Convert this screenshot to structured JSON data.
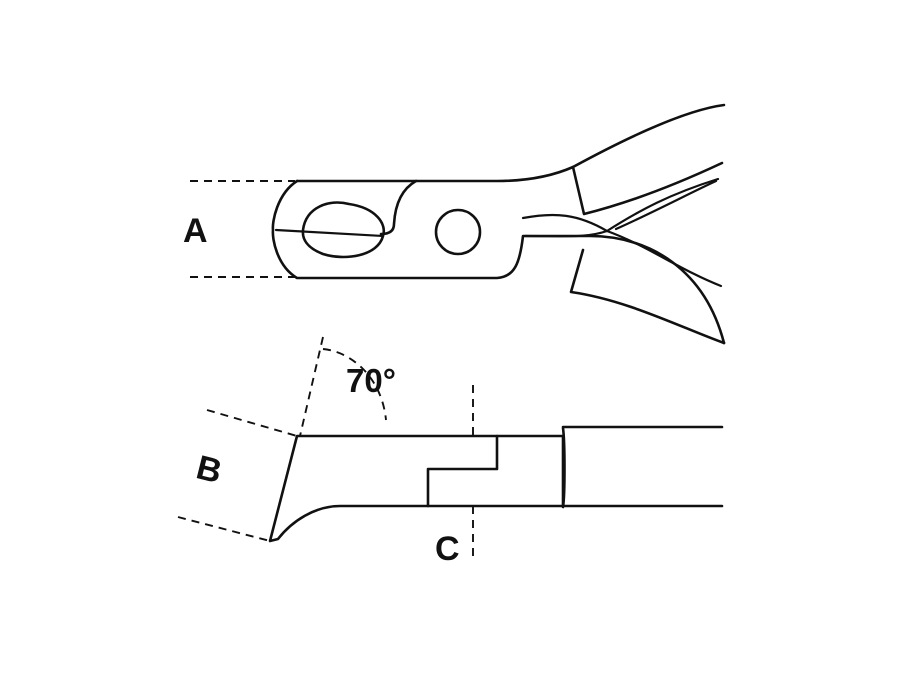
{
  "labels": {
    "a": "A",
    "b": "B",
    "c": "C",
    "angle": "70°"
  }
}
